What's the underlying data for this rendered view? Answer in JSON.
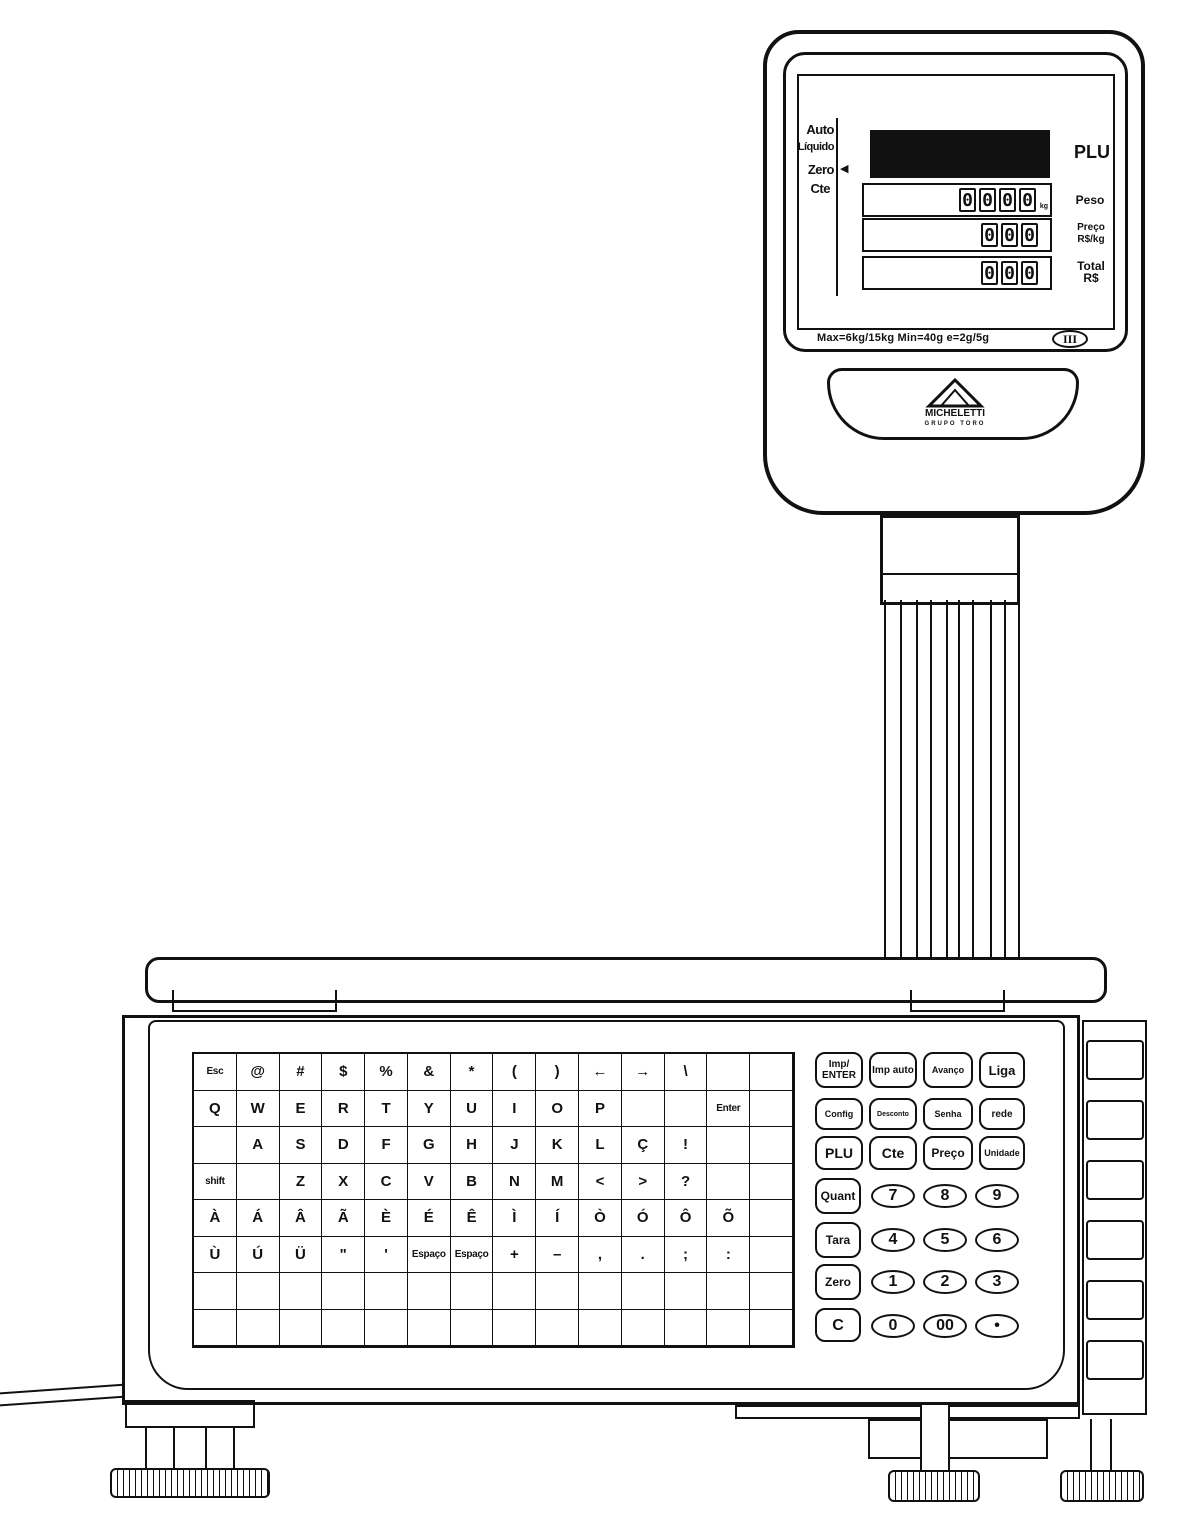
{
  "display": {
    "indicators": [
      "Auto",
      "Líquido",
      "Zero",
      "Cte"
    ],
    "plu_label": "PLU",
    "rows": [
      {
        "id": "peso",
        "digits": [
          "0",
          "0",
          "0",
          "0"
        ],
        "unit": "kg",
        "label": "Peso"
      },
      {
        "id": "preco",
        "digits": [
          "0",
          "0",
          "0"
        ],
        "unit": "",
        "label": "Preço R$/kg"
      },
      {
        "id": "total",
        "digits": [
          "0",
          "0",
          "0"
        ],
        "unit": "",
        "label": "Total R$"
      }
    ],
    "spec": "Max=6kg/15kg  Min=40g  e=2g/5g",
    "class_mark": "III",
    "brand": "MICHELETTI",
    "brand_sub": "GRUPO TORO"
  },
  "keyboard": {
    "rows": [
      [
        "Esc",
        "@",
        "#",
        "$",
        "%",
        "&",
        "*",
        "(",
        ")",
        "←",
        "→",
        "\\",
        "",
        ""
      ],
      [
        "Q",
        "W",
        "E",
        "R",
        "T",
        "Y",
        "U",
        "I",
        "O",
        "P",
        "",
        "",
        "Enter",
        ""
      ],
      [
        "",
        "A",
        "S",
        "D",
        "F",
        "G",
        "H",
        "J",
        "K",
        "L",
        "Ç",
        "!",
        "",
        ""
      ],
      [
        "shift",
        "",
        "Z",
        "X",
        "C",
        "V",
        "B",
        "N",
        "M",
        "<",
        ">",
        "?",
        "",
        ""
      ],
      [
        "À",
        "Á",
        "Â",
        "Ã",
        "È",
        "É",
        "Ê",
        "Ì",
        "Í",
        "Ò",
        "Ó",
        "Ô",
        "Õ",
        ""
      ],
      [
        "Ù",
        "Ú",
        "Ü",
        "\"",
        "'",
        "Espaço",
        "Espaço",
        "+",
        "–",
        ",",
        ".",
        ";",
        ":",
        ""
      ],
      [
        "",
        "",
        "",
        "",
        "",
        "",
        "",
        "",
        "",
        "",
        "",
        "",
        "",
        ""
      ],
      [
        "",
        "",
        "",
        "",
        "",
        "",
        "",
        "",
        "",
        "",
        "",
        "",
        "",
        ""
      ]
    ]
  },
  "keypad": {
    "function_row_1": [
      "Imp/ ENTER",
      "Imp auto",
      "Avanço",
      "Liga"
    ],
    "function_row_2": [
      "Config",
      "Desconto",
      "Senha",
      "rede"
    ],
    "function_row_3": [
      "PLU",
      "Cte",
      "Preço",
      "Unidade"
    ],
    "left_column": [
      "Quant",
      "Tara",
      "Zero",
      "C"
    ],
    "numeric": [
      [
        "7",
        "8",
        "9"
      ],
      [
        "4",
        "5",
        "6"
      ],
      [
        "1",
        "2",
        "3"
      ],
      [
        "0",
        "00",
        "•"
      ]
    ]
  }
}
